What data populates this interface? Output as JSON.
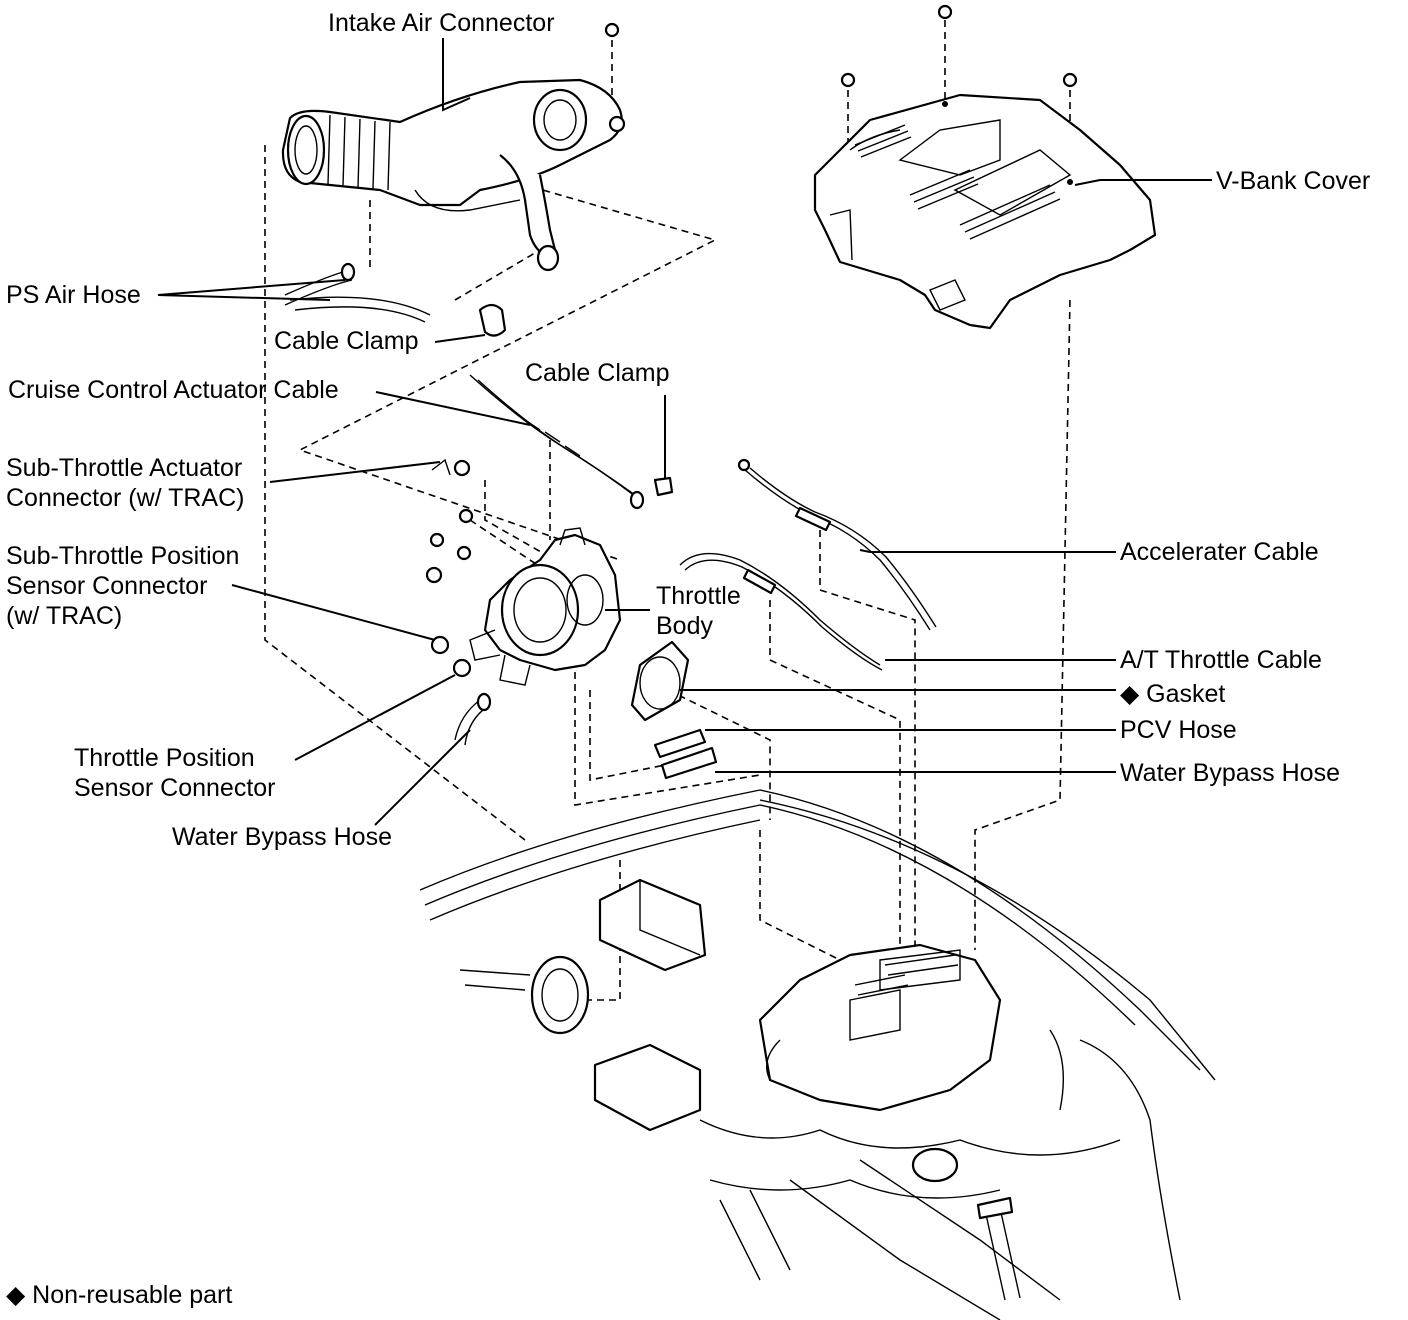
{
  "labels": {
    "intake_air_connector": "Intake Air Connector",
    "v_bank_cover": "V-Bank Cover",
    "ps_air_hose": "PS Air Hose",
    "cable_clamp_1": "Cable Clamp",
    "cable_clamp_2": "Cable Clamp",
    "cruise_control_actuator_cable": "Cruise Control Actuator Cable",
    "sub_throttle_actuator_connector": [
      "Sub-Throttle Actuator",
      "Connector (w/ TRAC)"
    ],
    "sub_throttle_position_sensor_connector": [
      "Sub-Throttle Position",
      "Sensor Connector",
      "(w/ TRAC)"
    ],
    "throttle_body": [
      "Throttle",
      "Body"
    ],
    "accelerater_cable": "Accelerater Cable",
    "at_throttle_cable": "A/T Throttle Cable",
    "gasket": "◆ Gasket",
    "pcv_hose": "PCV Hose",
    "water_bypass_hose_right": "Water Bypass Hose",
    "throttle_position_sensor_connector": [
      "Throttle Position",
      "Sensor Connector"
    ],
    "water_bypass_hose_left": "Water Bypass Hose"
  },
  "legend": {
    "non_reusable": "◆ Non-reusable part"
  }
}
